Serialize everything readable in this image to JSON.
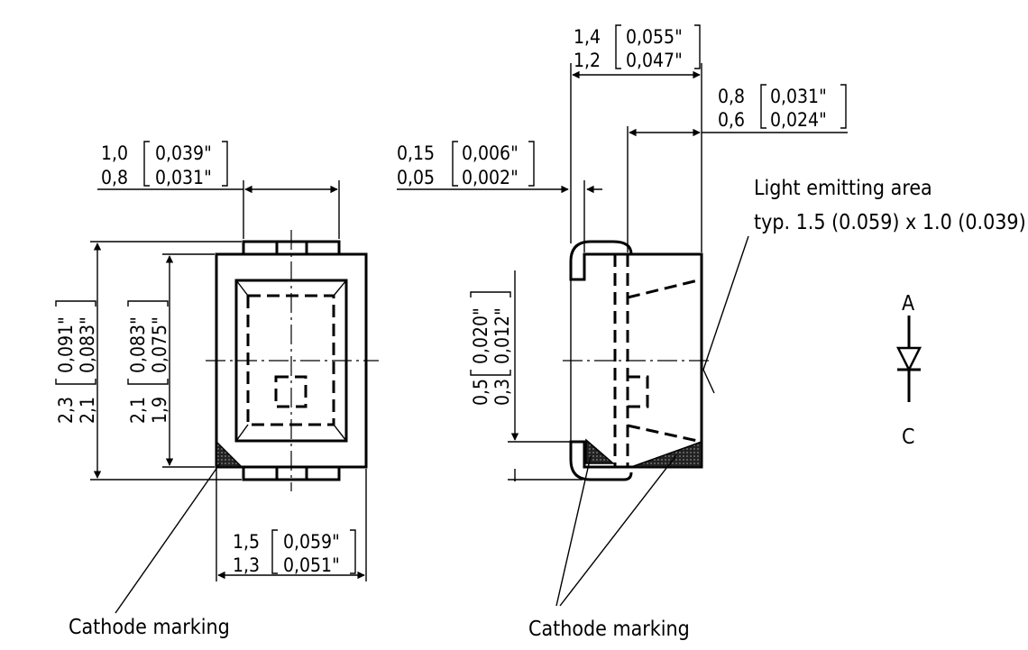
{
  "labels": {
    "light_area_title": "Light emitting area",
    "light_area_size": "typ. 1.5 (0.059) x 1.0 (0.039)",
    "cathode_left": "Cathode marking",
    "cathode_right": "Cathode marking",
    "anode": "A",
    "cathode": "C"
  },
  "dimensions": {
    "top_width": {
      "max": "1,0",
      "min": "0,8",
      "max_in": "0,039\"",
      "min_in": "0,031\""
    },
    "bottom_width": {
      "max": "1,5",
      "min": "1,3",
      "max_in": "0,059\"",
      "min_in": "0,051\""
    },
    "total_height": {
      "max": "2,3",
      "min": "2,1",
      "max_in": "0,091\"",
      "min_in": "0,083\""
    },
    "body_height": {
      "max": "2,1",
      "min": "1,9",
      "max_in": "0,083\"",
      "min_in": "0,075\""
    },
    "side_depth": {
      "max": "1,4",
      "min": "1,2",
      "max_in": "0,055\"",
      "min_in": "0,047\""
    },
    "lens_depth": {
      "max": "0,8",
      "min": "0,6",
      "max_in": "0,031\"",
      "min_in": "0,024\""
    },
    "lead_thickness": {
      "max": "0,15",
      "min": "0,05",
      "max_in": "0,006\"",
      "min_in": "0,002\""
    },
    "lead_height": {
      "max": "0,5",
      "min": "0,3",
      "max_in": "0,020\"",
      "min_in": "0,012\""
    }
  }
}
